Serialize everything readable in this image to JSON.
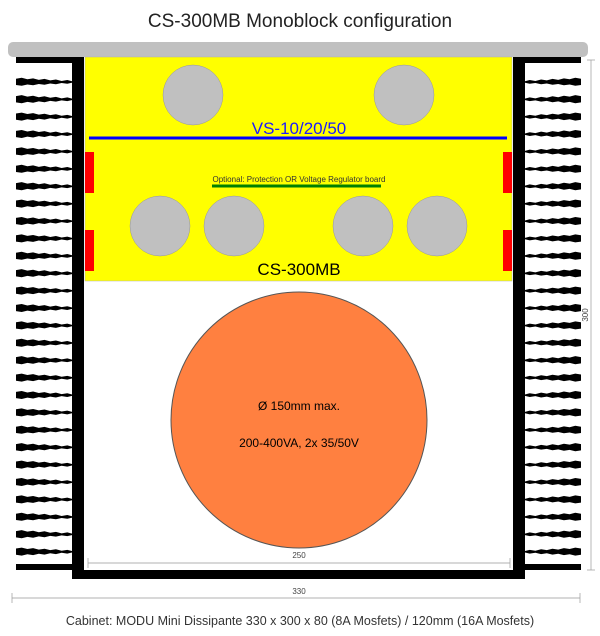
{
  "title": "CS-300MB  Monoblock configuration",
  "boards": {
    "upper_label": "VS-10/20/50",
    "optional_label": "Optional: Protection OR Voltage Regulator board",
    "lower_label": "CS-300MB"
  },
  "transformer": {
    "diameter_label": "Ø 150mm max.",
    "spec_label": "200-400VA, 2x 35/50V"
  },
  "dimensions": {
    "inner_width": "250",
    "outer_width": "330",
    "depth": "300"
  },
  "caption": "Cabinet:  MODU Mini Dissipante 330 x 300 x 80 (8A Mosfets) / 120mm (16A Mosfets)",
  "colors": {
    "board": "#ffff00",
    "transformer": "#ff8040",
    "capacitor": "#c0c0c0",
    "upper_rail": "#0000ff",
    "optional_rail": "#008000",
    "mount": "#ff0000",
    "lid": "#c0c0c0"
  }
}
